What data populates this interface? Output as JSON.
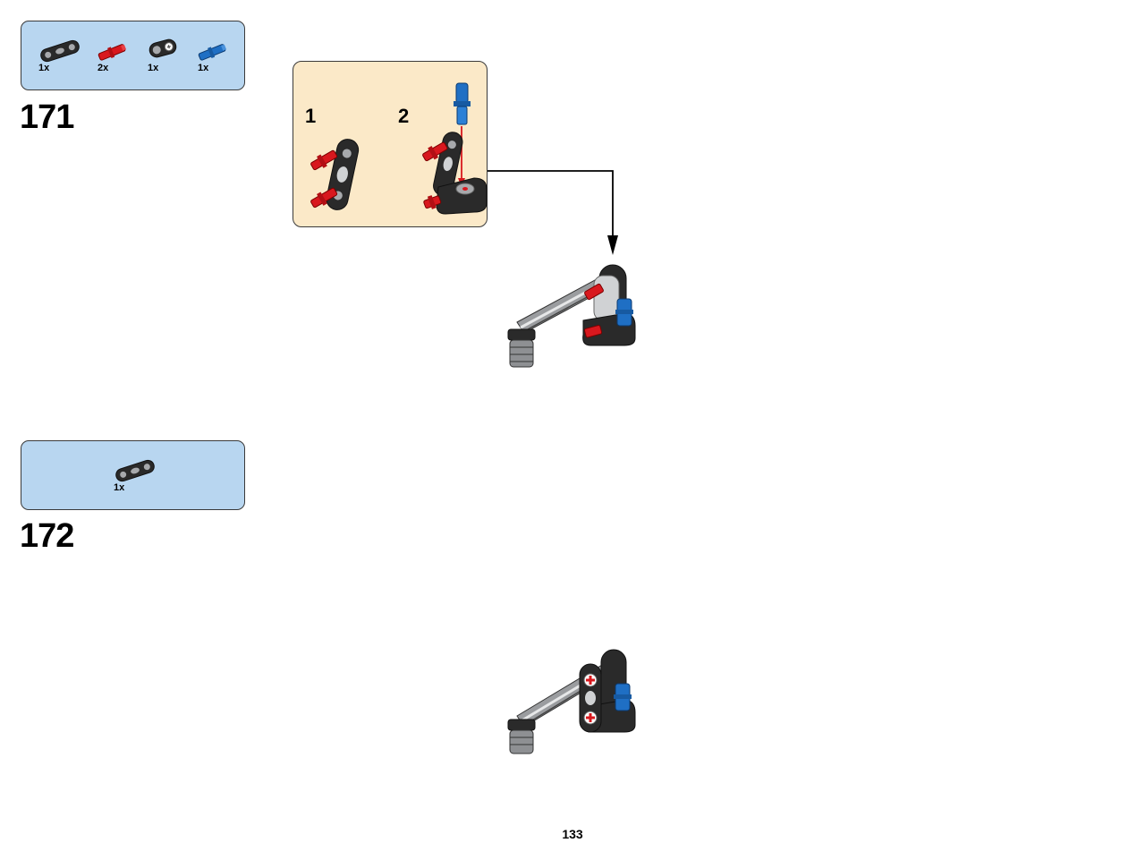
{
  "steps": [
    {
      "number": "171",
      "parts": [
        {
          "icon": "black-liftarm-icon",
          "qty": "1x"
        },
        {
          "icon": "red-axle-pin-icon",
          "qty": "2x"
        },
        {
          "icon": "grey-angled-connector-icon",
          "qty": "1x"
        },
        {
          "icon": "blue-axle-pin-icon",
          "qty": "1x"
        }
      ],
      "substeps": [
        {
          "number": "1"
        },
        {
          "number": "2"
        }
      ]
    },
    {
      "number": "172",
      "parts": [
        {
          "icon": "black-liftarm-icon",
          "qty": "1x"
        }
      ]
    }
  ],
  "page_number": "133",
  "colors": {
    "parts_box": "#b8d6f0",
    "substep_box": "#fbe9c8",
    "brick_red": "#d8181e",
    "brick_blue": "#1f6fc4",
    "brick_black": "#2a2a2a",
    "brick_grey": "#a7a9ac"
  }
}
